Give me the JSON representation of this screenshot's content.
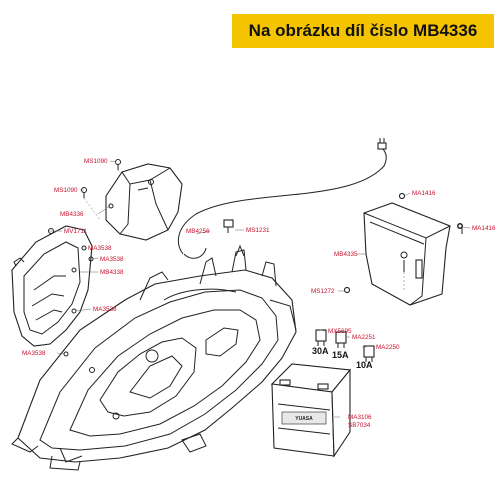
{
  "banner": {
    "text": "Na obrázku díl číslo MB4336",
    "color": "#f5c400"
  },
  "labels": {
    "ms1090_a": "MS1090",
    "ms1090_b": "MS1090",
    "mb4336": "MB4336",
    "mv1711": "MV1711",
    "ma3538_a": "MA3538",
    "ma3538_b": "MA3538",
    "ma3538_c": "MA3538",
    "ma3538_d": "MA3538",
    "mb4338": "MB4338",
    "mb4256": "MB4256",
    "ms1231": "MS1231",
    "ma1416_a": "MA1416",
    "ma1416_b": "MA1416",
    "mb4335": "MB4335",
    "ms1272": "MS1272",
    "mx5695": "MX5695",
    "ma2251": "MA2251",
    "ma2250": "MA2250",
    "ma3106": "MA3106",
    "sb7034": "SB7034"
  },
  "fuses": {
    "f30": "30A",
    "f15": "15A",
    "f10": "10A"
  },
  "battery": {
    "brand": "YUASA"
  },
  "label_color": "#c8102e"
}
